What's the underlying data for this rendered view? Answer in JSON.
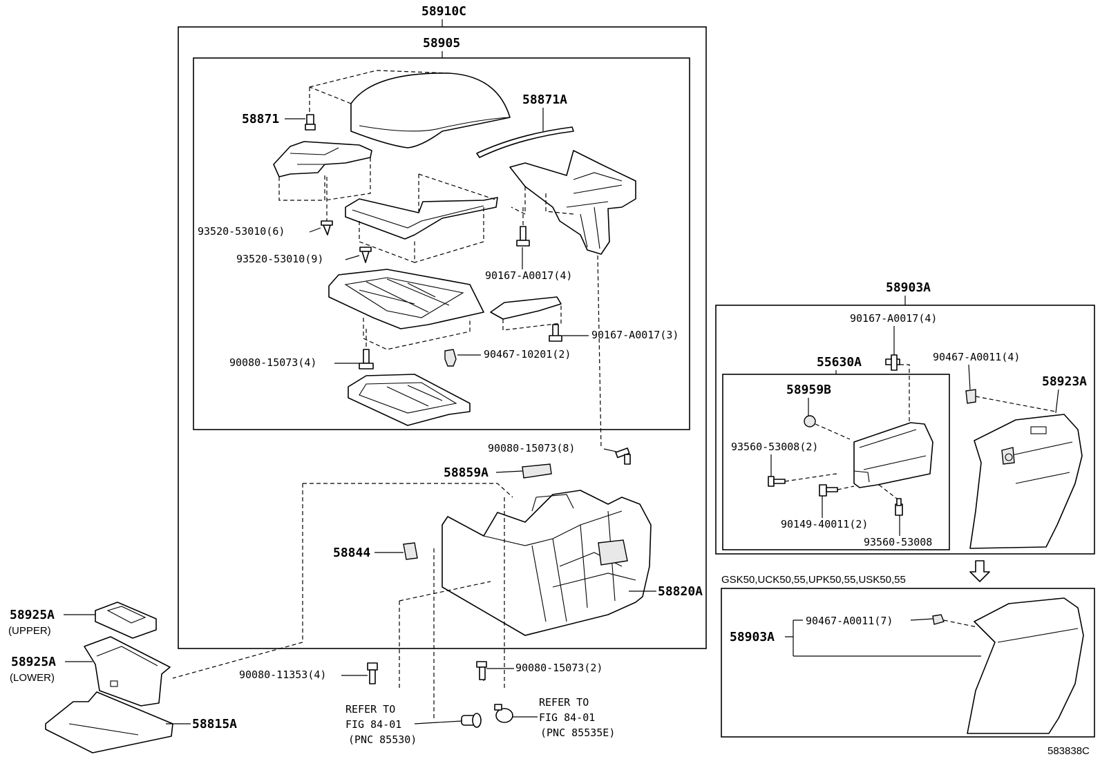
{
  "diagram_id": "583838C",
  "variant_note": "GSK50,UCK50,55,UPK50,55,USK50,55",
  "assemblies": {
    "console_main": "58910C",
    "armrest_sub": "58905",
    "box_sub": "58903A",
    "compartment": "55630A",
    "variant_box": "58903A"
  },
  "parts": {
    "p58871": "58871",
    "p58871A": "58871A",
    "p93520_6": "93520-53010(6)",
    "p93520_9": "93520-53010(9)",
    "p90167_4a": "90167-A0017(4)",
    "p90167_3": "90167-A0017(3)",
    "p90080_4": "90080-15073(4)",
    "p90467_2": "90467-10201(2)",
    "p90080_8": "90080-15073(8)",
    "p58859A": "58859A",
    "p58844": "58844",
    "p58820A": "58820A",
    "p58925A_upper": "58925A",
    "upper_note": "(UPPER)",
    "p58925A_lower": "58925A",
    "lower_note": "(LOWER)",
    "p58815A": "58815A",
    "p90080_11353": "90080-11353(4)",
    "p90080_2": "90080-15073(2)",
    "p90167_4b": "90167-A0017(4)",
    "p90467_a0011_4": "90467-A0011(4)",
    "p58959B": "58959B",
    "p58923A": "58923A",
    "p93560_2": "93560-53008(2)",
    "p90149": "90149-40011(2)",
    "p93560": "93560-53008",
    "p90467_a0011_7": "90467-A0011(7)"
  },
  "references": {
    "ref1": {
      "l1": "REFER TO",
      "l2": "FIG 84-01",
      "l3": "(PNC 85530)"
    },
    "ref2": {
      "l1": "REFER TO",
      "l2": "FIG 84-01",
      "l3": "(PNC 85535E)"
    }
  }
}
